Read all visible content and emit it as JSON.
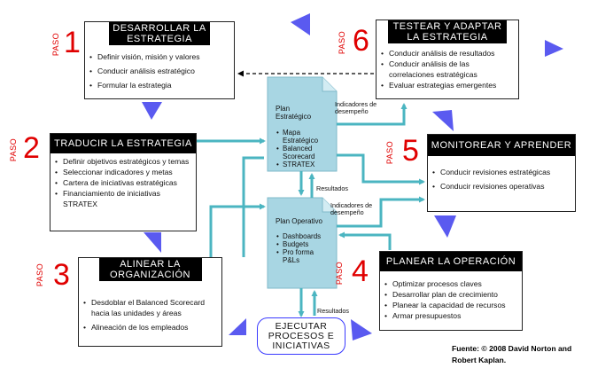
{
  "steps": [
    {
      "paso": "PASO",
      "num": "1",
      "title": "DESARROLLAR LA ESTRATEGIA",
      "items": [
        "Definir visión, misión y valores",
        "Conducir análisis estratégico",
        "Formular la estrategia"
      ]
    },
    {
      "paso": "PASO",
      "num": "2",
      "title": "TRADUCIR LA ESTRATEGIA",
      "items": [
        "Definir objetivos estratégicos y temas",
        "Seleccionar indicadores y metas",
        "Cartera de iniciativas estratégicas",
        "Financiamiento de iniciativas STRATEX"
      ]
    },
    {
      "paso": "PASO",
      "num": "3",
      "title": "ALINEAR LA ORGANIZACIÓN",
      "items": [
        "Desdoblar el Balanced Scorecard hacia las unidades y áreas",
        "Alineación de los empleados"
      ]
    },
    {
      "paso": "PASO",
      "num": "4",
      "title": "PLANEAR LA OPERACIÓN",
      "items": [
        "Optimizar procesos claves",
        "Desarrollar plan de crecimiento",
        "Planear la capacidad de recursos",
        "Armar presupuestos"
      ]
    },
    {
      "paso": "PASO",
      "num": "5",
      "title": "MONITOREAR Y APRENDER",
      "items": [
        "Conducir revisiones estratégicas",
        "Conducir revisiones operativas"
      ]
    },
    {
      "paso": "PASO",
      "num": "6",
      "title": "TESTEAR Y ADAPTAR LA ESTRATEGIA",
      "items": [
        "Conducir análisis de resultados",
        "Conducir análisis de las correlaciones estratégicas",
        "Evaluar estrategias emergentes"
      ]
    }
  ],
  "plan_estrategico": {
    "title": "Plan Estratégico",
    "items": [
      "Mapa Estratégico",
      "Balanced Scorecard",
      "STRATEX"
    ]
  },
  "plan_operativo": {
    "title": "Plan Operativo",
    "items": [
      "Dashboards",
      "Budgets",
      "Pro forma P&Ls"
    ]
  },
  "labels": {
    "indicadores_top": "Indicadores de desempeño",
    "indicadores_mid": "Indicadores de desempeño",
    "resultados_mid": "Resultados",
    "resultados_bottom": "Resultados"
  },
  "execute": "EJECUTAR PROCESOS E INICIATIVAS",
  "source": "Fuente: © 2008 David Norton and Robert Kaplan.",
  "colors": {
    "arrow": "#4bb5c1",
    "doc": "#a8d6e3",
    "triangle": "#5a5af0",
    "number": "#e00000",
    "header": "#000000"
  }
}
